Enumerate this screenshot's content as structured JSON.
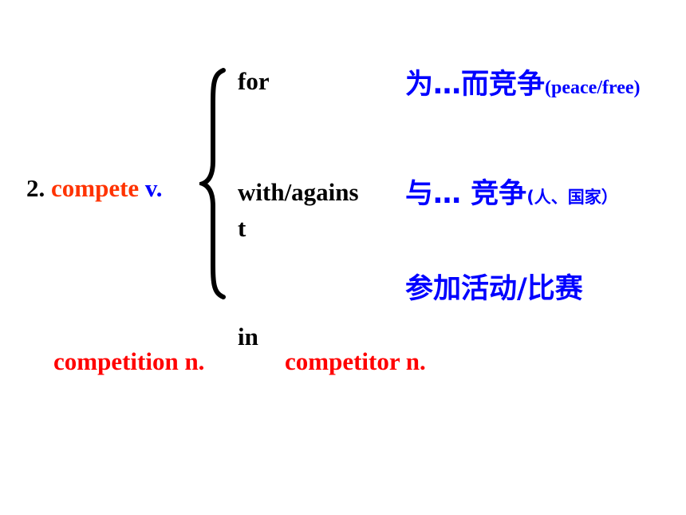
{
  "heading": {
    "number": "2.",
    "word": "compete",
    "pos": "v."
  },
  "prepositions": {
    "for": "for",
    "with_line1": "with/agains",
    "with_line2": "t",
    "in": "in"
  },
  "meanings": {
    "for_main": "为…而竞争",
    "for_note": "(peace/free)",
    "with_main": "与… 竞争",
    "with_note": "(人、国家）",
    "in_main": "参加活动/比赛"
  },
  "derivatives": {
    "noun1": "competition n.",
    "noun2": "competitor  n."
  },
  "colors": {
    "black": "#000000",
    "red": "#ff0000",
    "orange": "#ff3300",
    "blue": "#0000ff"
  }
}
